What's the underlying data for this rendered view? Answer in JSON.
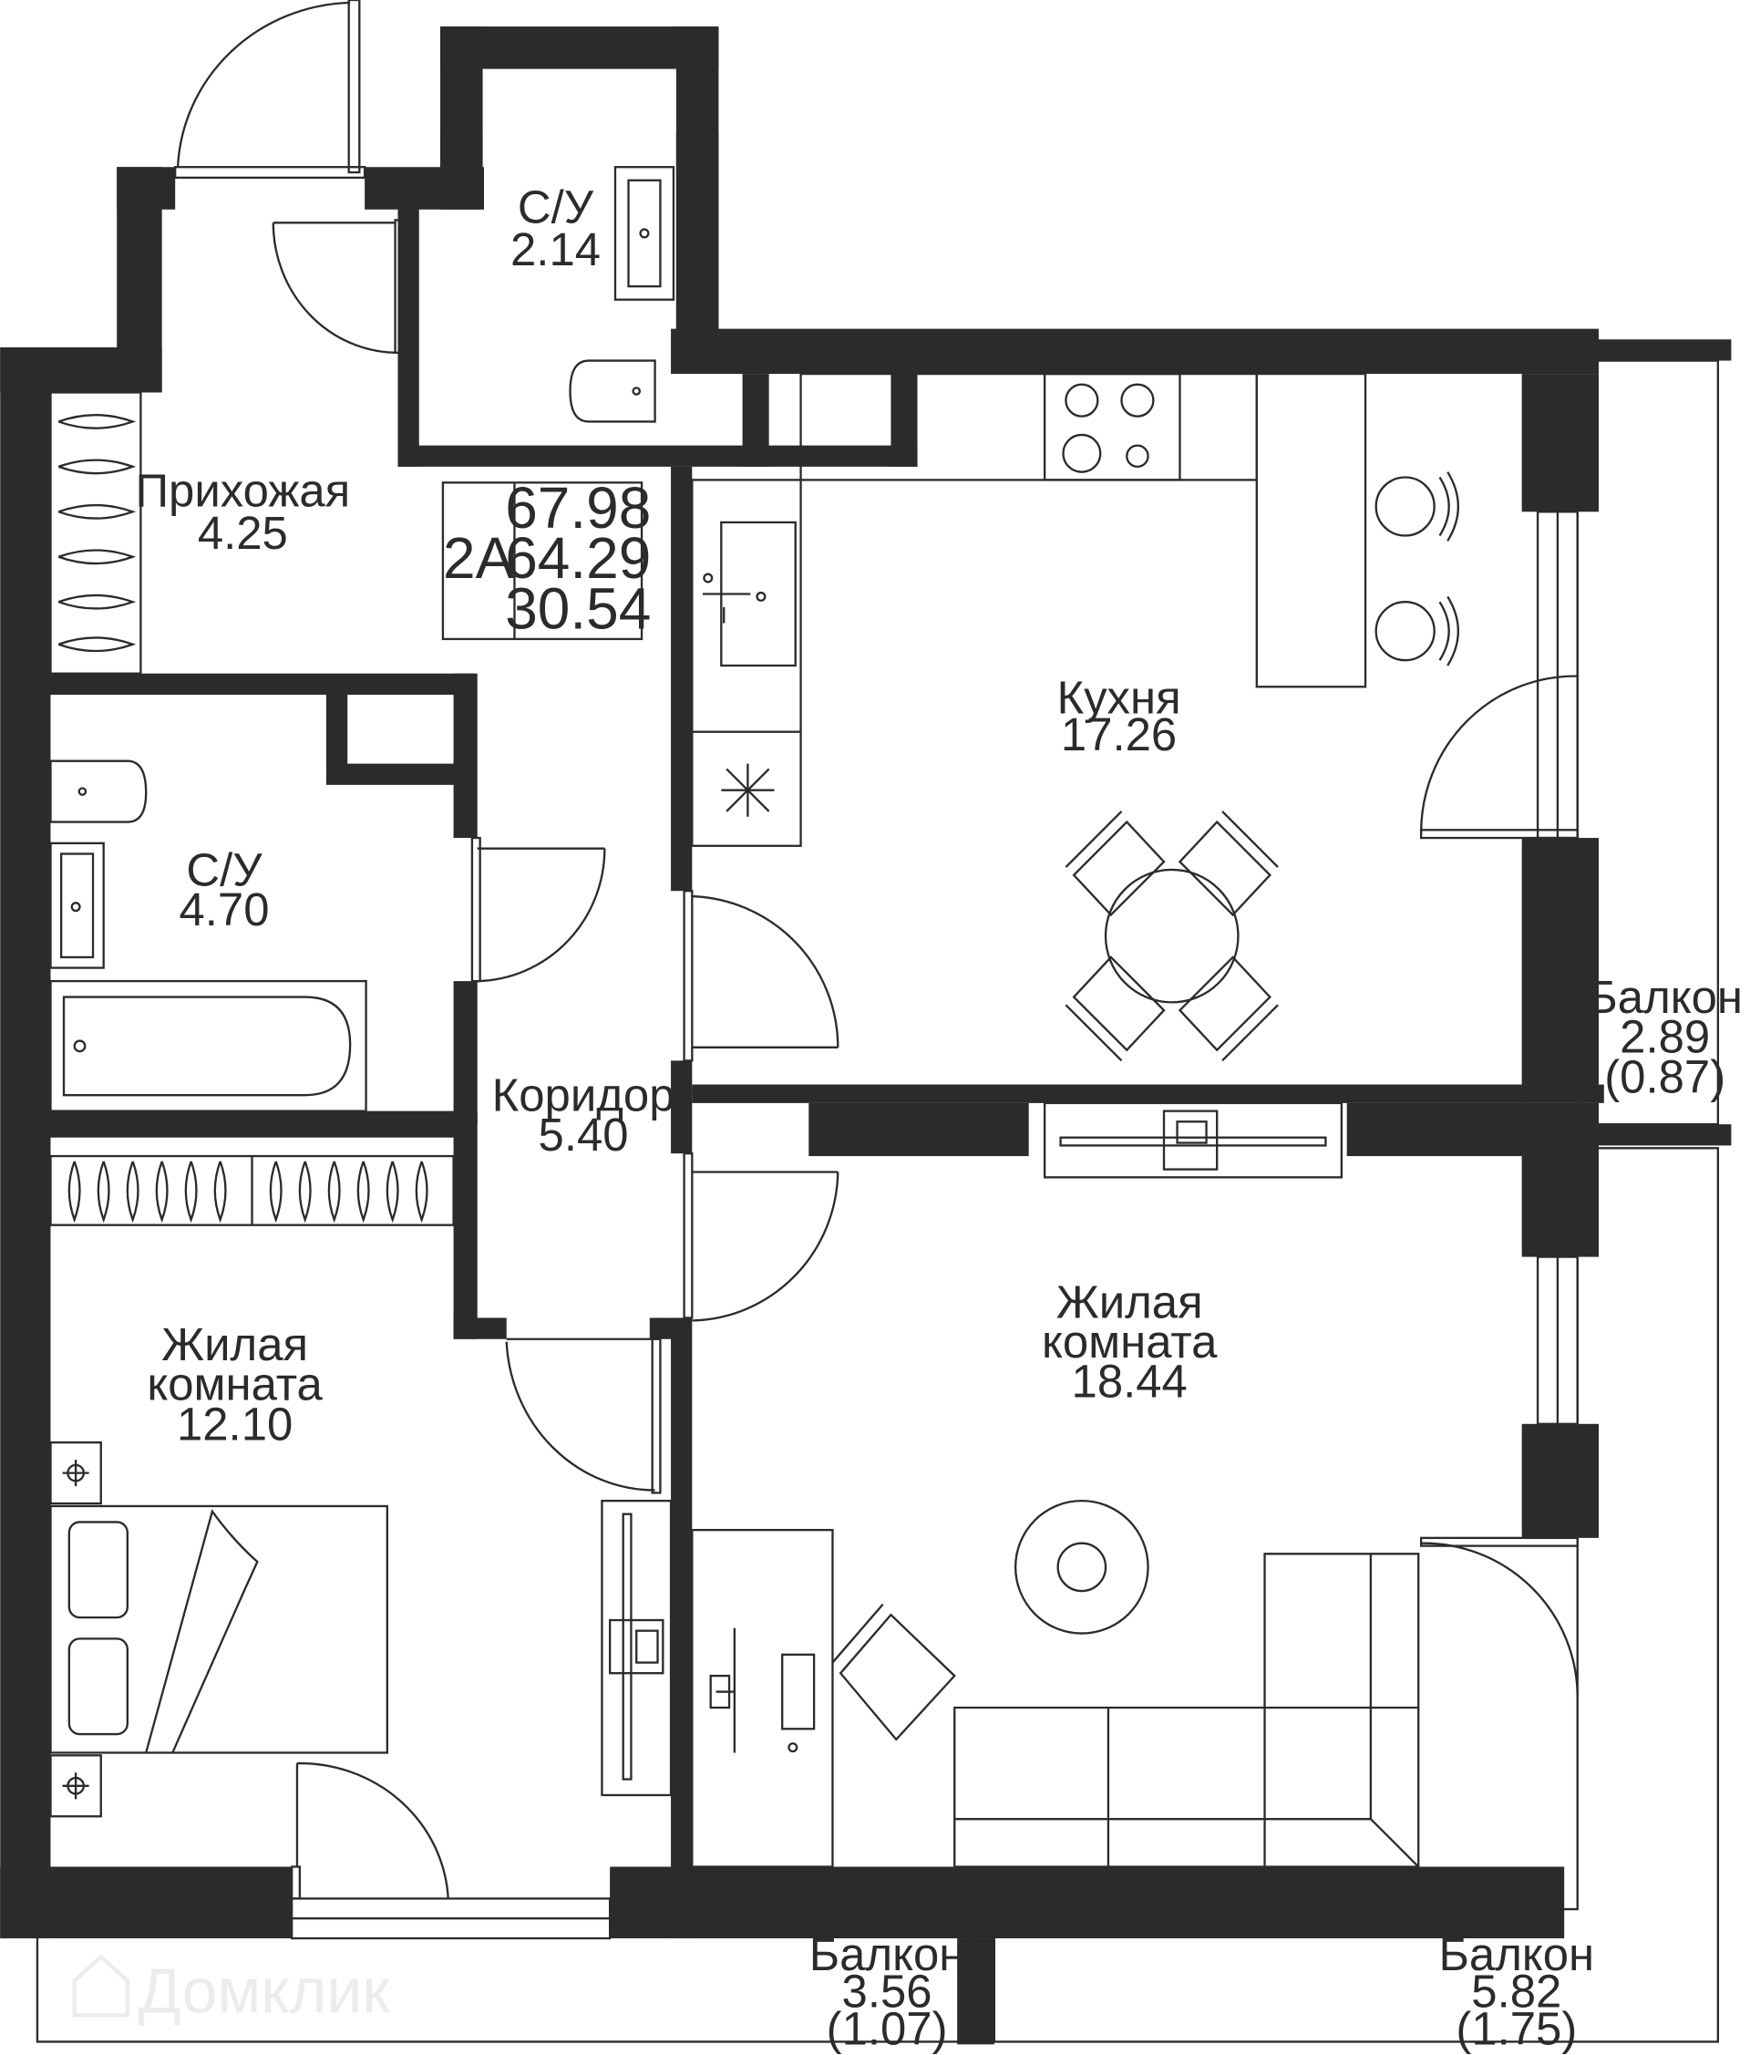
{
  "apartment": {
    "type": "2А",
    "total_area": "67.98",
    "living_area_with_balconies": "64.29",
    "living_rooms_area": "30.54"
  },
  "rooms": {
    "hallway": {
      "name": "Прихожая",
      "area": "4.25"
    },
    "wc_small": {
      "name": "С/У",
      "area": "2.14"
    },
    "bathroom": {
      "name": "С/У",
      "area": "4.70"
    },
    "corridor": {
      "name": "Коридор",
      "area": "5.40"
    },
    "kitchen": {
      "name": "Кухня",
      "area": "17.26"
    },
    "bedroom": {
      "name_line1": "Жилая",
      "name_line2": "комната",
      "area": "12.10"
    },
    "living": {
      "name_line1": "Жилая",
      "name_line2": "комната",
      "area": "18.44"
    },
    "balcony_right": {
      "name": "Балкон",
      "area": "2.89",
      "reduced_area": "(0.87)"
    },
    "balcony_bottom_left": {
      "name": "Балкон",
      "area": "3.56",
      "reduced_area": "(1.07)"
    },
    "balcony_bottom_right": {
      "name": "Балкон",
      "area": "5.82",
      "reduced_area": "(1.75)"
    }
  },
  "watermark": "Домклик",
  "colors": {
    "wall": "#2b2b2b",
    "background": "#ffffff",
    "watermark": "#ececec"
  }
}
